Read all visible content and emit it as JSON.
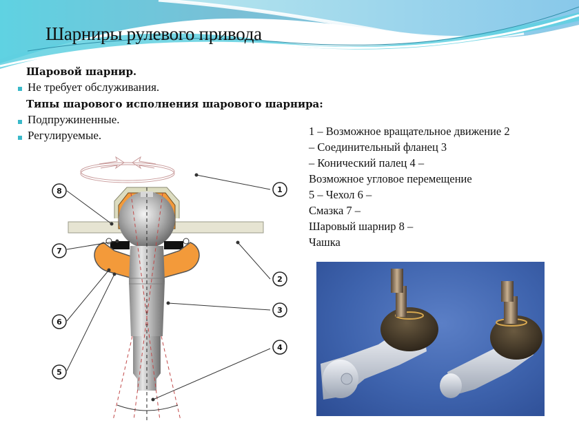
{
  "slide": {
    "title": "Шарниры рулевого привода",
    "colors": {
      "wave_light": "#a9dfea",
      "wave_mid": "#6cc3dc",
      "wave_dark": "#3aa8cf",
      "bullet": "#3ab9c9",
      "orange": "#f39a3a",
      "flange": "#e6e4d2",
      "photo_bg": "#3e63ad"
    }
  },
  "body": {
    "heading1": "Шаровой шарнир.",
    "bullets1": [
      "Не требует обслуживания."
    ],
    "heading2": "Типы шарового исполнения шарового шарнира:",
    "bullets2": [
      "Подпружиненные.",
      "Регулируемые."
    ]
  },
  "legend": {
    "lines": [
      "1 – Возможное вращательное движение  2",
      "– Соединительный фланец                    3",
      "– Конический палец                       4 –",
      "Возможное угловое перемещение",
      "5 – Чехол                                      6 –",
      "Смазка                                    7 –",
      "Шаровый шарнир                           8 –",
      "Чашка"
    ],
    "items": [
      {
        "num": "1",
        "label": "Возможное вращательное движение"
      },
      {
        "num": "2",
        "label": "Соединительный фланец"
      },
      {
        "num": "3",
        "label": "Конический палец"
      },
      {
        "num": "4",
        "label": "Возможное угловое перемещение"
      },
      {
        "num": "5",
        "label": "Чехол"
      },
      {
        "num": "6",
        "label": "Смазка"
      },
      {
        "num": "7",
        "label": "Шаровый шарнир"
      },
      {
        "num": "8",
        "label": "Чашка"
      }
    ]
  },
  "diagram": {
    "callouts": [
      "1",
      "2",
      "3",
      "4",
      "5",
      "6",
      "7",
      "8"
    ]
  },
  "photo": {
    "subject": "two steering tie rod ends on blue background"
  }
}
